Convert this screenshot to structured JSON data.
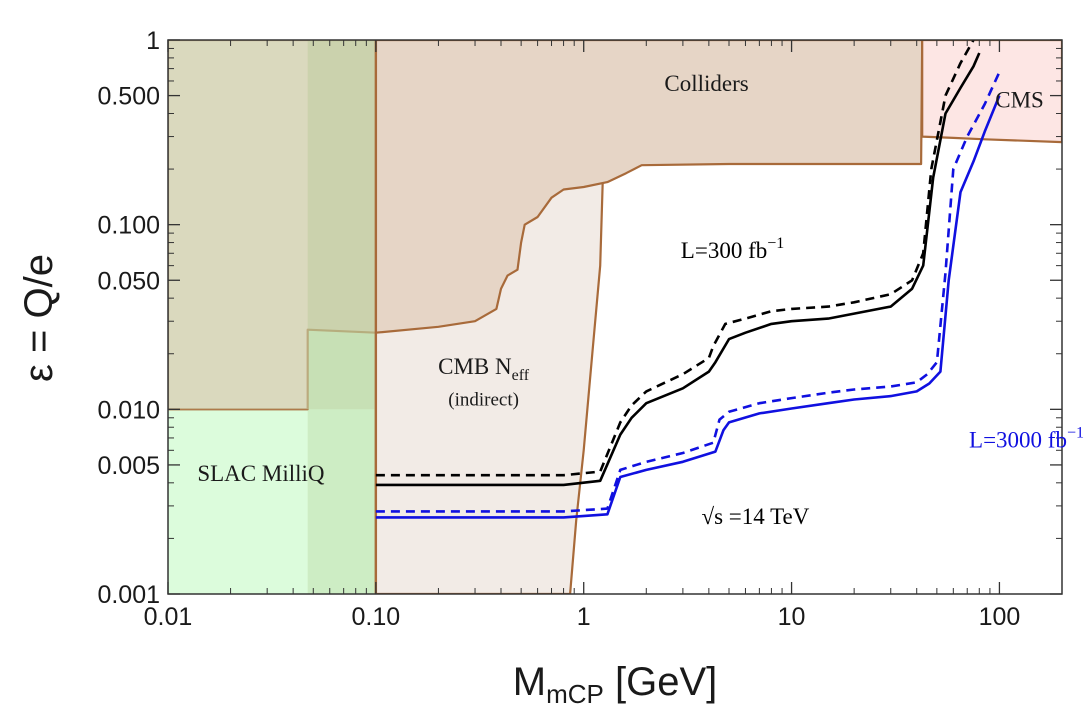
{
  "chart_data": {
    "type": "line",
    "x_scale": "log",
    "y_scale": "log",
    "xlim": [
      0.01,
      200
    ],
    "ylim": [
      0.001,
      1
    ],
    "x_ticks": [
      {
        "value": 0.01,
        "label": "0.01"
      },
      {
        "value": 0.1,
        "label": "0.10"
      },
      {
        "value": 1,
        "label": "1"
      },
      {
        "value": 10,
        "label": "10"
      },
      {
        "value": 100,
        "label": "100"
      }
    ],
    "y_ticks": [
      {
        "value": 1,
        "label": "1"
      },
      {
        "value": 0.5,
        "label": "0.500"
      },
      {
        "value": 0.1,
        "label": "0.100"
      },
      {
        "value": 0.05,
        "label": "0.050"
      },
      {
        "value": 0.01,
        "label": "0.010"
      },
      {
        "value": 0.005,
        "label": "0.005"
      },
      {
        "value": 0.001,
        "label": "0.001"
      }
    ],
    "xlabel": {
      "main": "M",
      "sub": "mCP",
      "rest": " [GeV]"
    },
    "ylabel": "ε = Q/e",
    "regions": [
      {
        "name": "SLAC MilliQ",
        "label": "SLAC MilliQ",
        "fill": "#dcfcdc",
        "boundary": [
          [
            0.01,
            0.001
          ],
          [
            0.01,
            1
          ],
          [
            0.1,
            1
          ],
          [
            0.1,
            0.001
          ]
        ]
      },
      {
        "name": "CMB",
        "fill": "#f2ebe6",
        "boundary": [
          [
            0.1,
            0.001
          ],
          [
            0.1,
            1
          ],
          [
            1.25,
            1
          ],
          [
            1.24,
            0.2
          ],
          [
            1.2,
            0.06
          ],
          [
            1.1,
            0.02
          ],
          [
            1.0,
            0.006
          ],
          [
            0.92,
            0.0025
          ],
          [
            0.86,
            0.001
          ]
        ]
      },
      {
        "name": "Colliders",
        "label": "Colliders",
        "fill": "#e6d5c6",
        "boundary": [
          [
            0.01,
            0.01
          ],
          [
            0.047,
            0.01
          ],
          [
            0.047,
            0.027
          ],
          [
            0.1,
            0.026
          ],
          [
            0.2,
            0.028
          ],
          [
            0.3,
            0.03
          ],
          [
            0.38,
            0.035
          ],
          [
            0.4,
            0.045
          ],
          [
            0.43,
            0.053
          ],
          [
            0.48,
            0.057
          ],
          [
            0.5,
            0.08
          ],
          [
            0.52,
            0.1
          ],
          [
            0.6,
            0.11
          ],
          [
            0.7,
            0.14
          ],
          [
            0.8,
            0.155
          ],
          [
            1.0,
            0.16
          ],
          [
            1.3,
            0.17
          ],
          [
            1.6,
            0.19
          ],
          [
            1.9,
            0.21
          ],
          [
            5,
            0.213
          ],
          [
            10,
            0.213
          ],
          [
            20,
            0.213
          ],
          [
            42,
            0.213
          ],
          [
            42.5,
            1
          ],
          [
            0.01,
            1
          ]
        ]
      },
      {
        "name": "Colliders-highmass",
        "fill": "#e6d5c6",
        "boundary": [
          [
            42.5,
            1
          ],
          [
            42.5,
            0.6
          ],
          [
            50,
            0.6
          ],
          [
            70,
            0.62
          ],
          [
            85,
            0.68
          ],
          [
            84,
            1
          ]
        ]
      },
      {
        "name": "CMS",
        "label": "CMS",
        "fill": "#fde6e4",
        "boundary": [
          [
            42.5,
            0.3
          ],
          [
            42.5,
            1
          ],
          [
            200,
            1
          ],
          [
            200,
            0.28
          ],
          [
            130,
            0.285
          ],
          [
            85,
            0.29
          ],
          [
            60,
            0.295
          ]
        ]
      },
      {
        "name": "SLAC-overlap",
        "fill": "#cfdcb8",
        "boundary": [
          [
            0.01,
            0.01
          ],
          [
            0.01,
            1
          ],
          [
            0.1,
            1
          ],
          [
            0.1,
            0.01
          ]
        ]
      }
    ],
    "region_labels": [
      {
        "text": "CMB N",
        "sub": "eff",
        "x": 0.33,
        "y": 0.0155
      },
      {
        "text": "(indirect)",
        "x": 0.33,
        "y": 0.0105
      }
    ],
    "annotations": [
      {
        "text": "L=300 fb",
        "sup": "−1",
        "x": 5.2,
        "y": 0.066,
        "color": "#000000"
      },
      {
        "text": "L=3000 fb",
        "sup": "−1",
        "x": 135,
        "y": 0.0062,
        "color": "#1010e0"
      },
      {
        "text": "√s =14 TeV",
        "x": 6.7,
        "y": 0.0024,
        "color": "#000000"
      }
    ],
    "series": [
      {
        "color": "#000000",
        "dash": true,
        "x": [
          0.1,
          0.3,
          0.8,
          1.2,
          1.5,
          1.7,
          2,
          3,
          4,
          4.2,
          4.8,
          6,
          8,
          10,
          15,
          20,
          30,
          38,
          43,
          47,
          55,
          65,
          75
        ],
        "y": [
          0.0044,
          0.0044,
          0.0044,
          0.0046,
          0.0085,
          0.0105,
          0.0125,
          0.0155,
          0.019,
          0.022,
          0.029,
          0.031,
          0.034,
          0.035,
          0.036,
          0.038,
          0.042,
          0.05,
          0.07,
          0.2,
          0.5,
          0.75,
          1
        ]
      },
      {
        "color": "#000000",
        "dash": false,
        "x": [
          0.1,
          0.3,
          0.8,
          1.2,
          1.5,
          1.7,
          2,
          3,
          4,
          4.3,
          5,
          6,
          8,
          10,
          15,
          20,
          30,
          38,
          43,
          48,
          55,
          65,
          75,
          80
        ],
        "y": [
          0.0039,
          0.0039,
          0.0039,
          0.0041,
          0.0073,
          0.009,
          0.0108,
          0.013,
          0.016,
          0.018,
          0.024,
          0.026,
          0.029,
          0.03,
          0.031,
          0.033,
          0.036,
          0.045,
          0.06,
          0.18,
          0.4,
          0.55,
          0.72,
          0.85
        ]
      },
      {
        "color": "#1010e0",
        "dash": true,
        "x": [
          0.1,
          0.3,
          0.8,
          1.3,
          1.5,
          2,
          3,
          4.2,
          4.5,
          5,
          7,
          10,
          15,
          20,
          30,
          40,
          45,
          50,
          55,
          60,
          70,
          85,
          100
        ],
        "y": [
          0.0028,
          0.0028,
          0.0028,
          0.0029,
          0.0047,
          0.0052,
          0.0058,
          0.0066,
          0.0088,
          0.0097,
          0.0108,
          0.0115,
          0.0123,
          0.0128,
          0.0133,
          0.014,
          0.0155,
          0.018,
          0.055,
          0.2,
          0.3,
          0.45,
          0.67
        ]
      },
      {
        "color": "#1010e0",
        "dash": false,
        "x": [
          0.1,
          0.3,
          0.8,
          1.3,
          1.5,
          2,
          3,
          4.3,
          4.7,
          5,
          7,
          10,
          15,
          20,
          30,
          40,
          46,
          52,
          57,
          65,
          75,
          85,
          100
        ],
        "y": [
          0.0026,
          0.0026,
          0.0026,
          0.0027,
          0.0043,
          0.0047,
          0.0052,
          0.0059,
          0.0077,
          0.0085,
          0.0095,
          0.0101,
          0.0108,
          0.0113,
          0.0118,
          0.0125,
          0.0138,
          0.016,
          0.05,
          0.15,
          0.22,
          0.32,
          0.5
        ]
      }
    ]
  }
}
